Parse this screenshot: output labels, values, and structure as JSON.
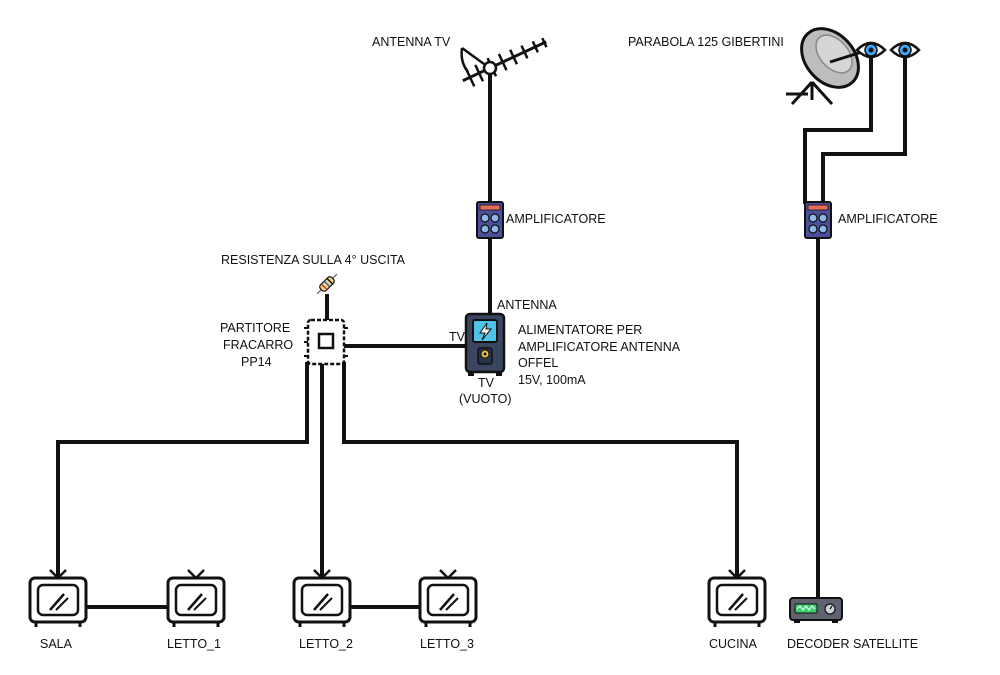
{
  "labels": {
    "antenna_tv": "ANTENNA TV",
    "parabola": "PARABOLA 125 GIBERTINI",
    "amp_tv": "AMPLIFICATORE",
    "amp_sat": "AMPLIFICATORE",
    "resistor": "RESISTENZA SULLA 4° USCITA",
    "splitter_1": "PARTITORE",
    "splitter_2": "FRACARRO",
    "splitter_3": "PP14",
    "psu_port_antenna": "ANTENNA",
    "psu_port_tv": "TV",
    "psu_desc_1": "ALIMENTATORE PER",
    "psu_desc_2": "AMPLIFICATORE ANTENNA",
    "psu_desc_3": "OFFEL",
    "psu_desc_4": "15V, 100mA",
    "psu_out_1": "TV",
    "psu_out_2": "(VUOTO)",
    "tv_sala": "SALA",
    "tv_letto1": "LETTO_1",
    "tv_letto2": "LETTO_2",
    "tv_letto3": "LETTO_3",
    "tv_cucina": "CUCINA",
    "decoder": "DECODER SATELLITE"
  },
  "colors": {
    "wire": "#111111",
    "amplifier": "#4b4f9c",
    "psu_body": "#3a4660",
    "psu_screen": "#4fc3e8",
    "dish": "#bdbdbd",
    "decoder_body": "#5f6370",
    "decoder_screen": "#3ccf6e",
    "eye_iris": "#3fa9f5"
  },
  "icons": [
    "antenna-icon",
    "satellite-dish-icon",
    "lnb-eye-icon",
    "amplifier-icon",
    "resistor-icon",
    "splitter-icon",
    "power-supply-icon",
    "tv-icon",
    "decoder-icon"
  ]
}
